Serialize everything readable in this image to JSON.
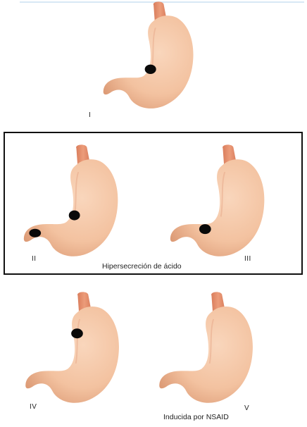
{
  "panels": [
    {
      "label": "I"
    },
    {
      "label": "II"
    },
    {
      "label": "III"
    },
    {
      "label": "IV"
    },
    {
      "label": "V"
    }
  ],
  "group_caption": "Hipersecreción de ácido",
  "panel_v_caption": "Inducida por NSAID",
  "colors": {
    "stomach_fill": "#f3c2a0",
    "stomach_shadow": "#dc9a75",
    "esophagus": "#e58f6e",
    "ulcer": "#0a0a0a",
    "frame": "#111111"
  }
}
